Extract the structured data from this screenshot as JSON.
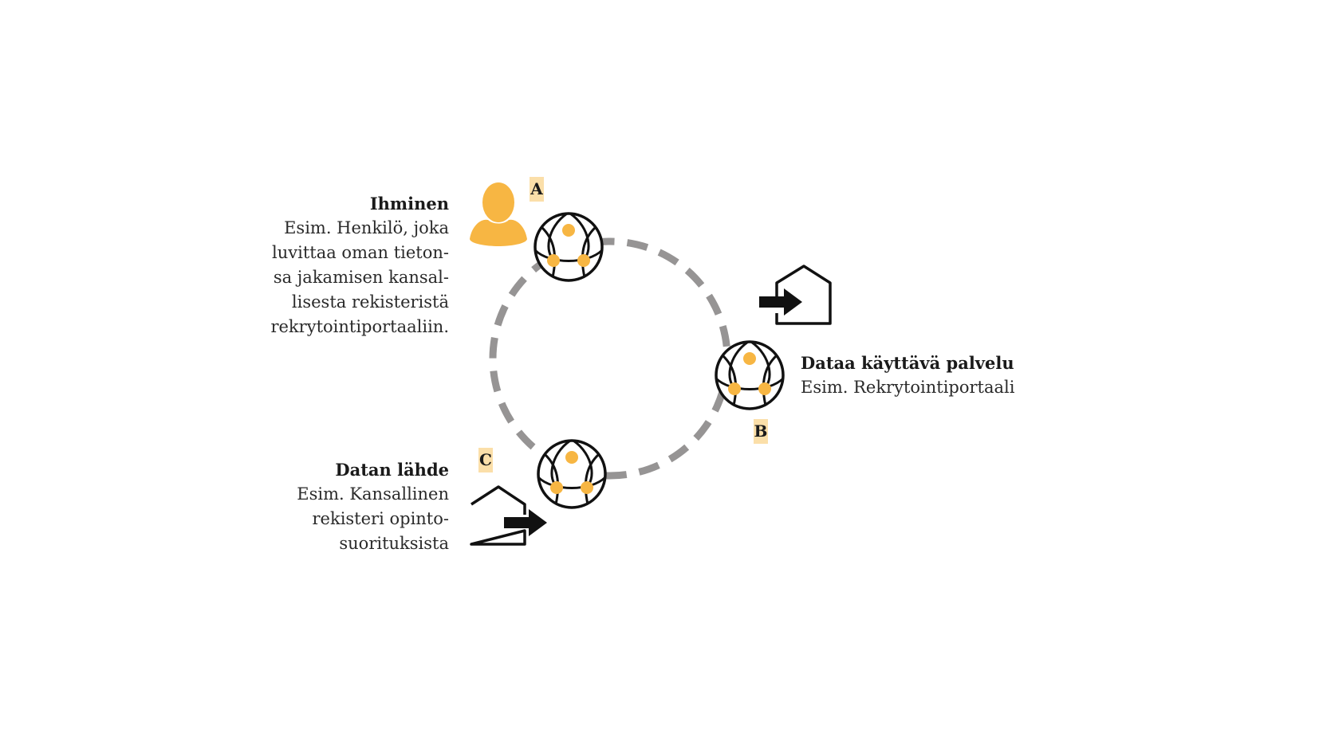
{
  "colors": {
    "accent": "#f7b643",
    "marker_bg": "#fbdfa9",
    "ring": "#969494",
    "stroke": "#111111"
  },
  "icons": {
    "person": "person-icon",
    "node": "network-node-icon",
    "building_in": "building-enter-icon",
    "building_out": "building-exit-icon"
  },
  "markers": {
    "a": "A",
    "b": "B",
    "c": "C"
  },
  "ihminen": {
    "title": "Ihminen",
    "lines": [
      "Esim. Henkilö, joka",
      "luvittaa oman tieton-",
      "sa jakamisen kansal-",
      "lisesta rekisteristä",
      "rekrytointiportaaliin."
    ]
  },
  "palvelu": {
    "title": "Dataa käyttävä palvelu",
    "lines": [
      "Esim. Rekrytointiportaali"
    ]
  },
  "lahde": {
    "title": "Datan lähde",
    "lines": [
      "Esim. Kansallinen",
      "rekisteri opinto-",
      "suorituksista"
    ]
  }
}
